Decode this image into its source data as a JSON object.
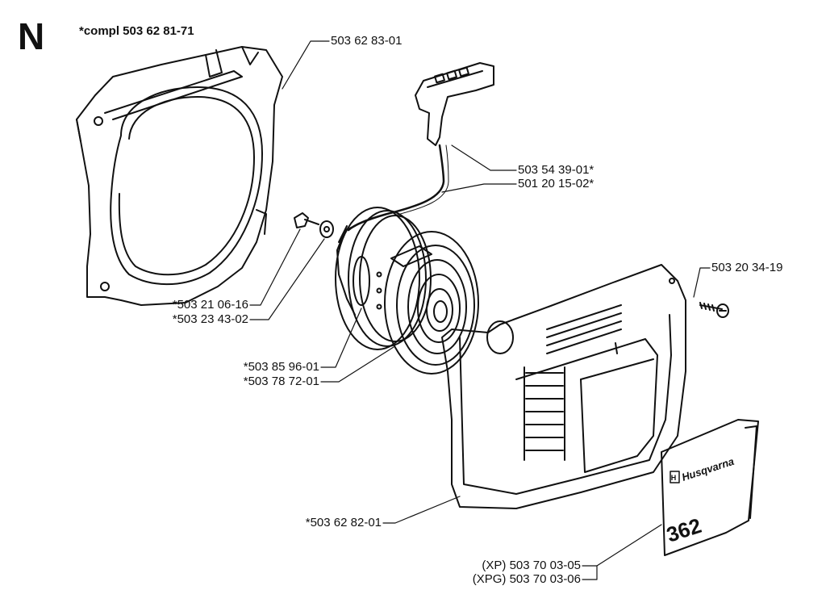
{
  "section_letter": "N",
  "assembly_note": "*compl 503 62 81-71",
  "part_numbers": {
    "fan_housing": "503 62 83-01",
    "starter_handle": "503 54 39-01*",
    "starter_cord": "501 20 15-02*",
    "cover_screw": "503 20 34-19",
    "screw": "*503 21 06-16",
    "washer": "*503 23 43-02",
    "pulley": "*503 85 96-01",
    "recoil_spring": "*503 78 72-01",
    "starter_cover": "*503 62 82-01",
    "decal_xp": "(XP) 503 70 03-05",
    "decal_xpg": "(XPG) 503 70 03-06"
  },
  "decal": {
    "brand": "Husqvarna",
    "model": "362"
  }
}
